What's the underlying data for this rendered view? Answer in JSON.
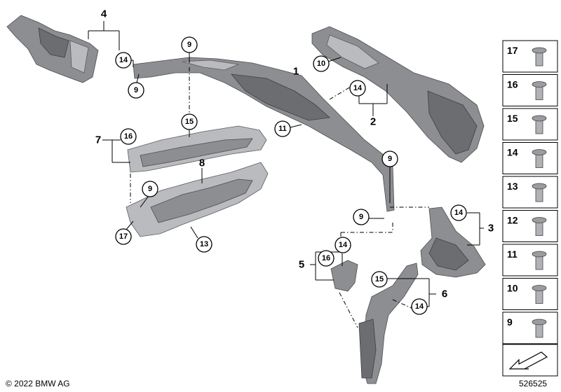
{
  "labels": {
    "l1": "1",
    "l2": "2",
    "l3": "3",
    "l4": "4",
    "l5": "5",
    "l6": "6",
    "l7": "7",
    "l8": "8"
  },
  "callouts": {
    "c9a": "9",
    "c9b": "9",
    "c9c": "9",
    "c9d": "9",
    "c9e": "9",
    "c10": "10",
    "c11": "11",
    "c13": "13",
    "c14a": "14",
    "c14b": "14",
    "c14c": "14",
    "c14d": "14",
    "c14e": "14",
    "c15a": "15",
    "c15b": "15",
    "c16a": "16",
    "c16b": "16",
    "c17": "17"
  },
  "legend": {
    "items": [
      "17",
      "16",
      "15",
      "14",
      "13",
      "12",
      "11",
      "10",
      "9"
    ]
  },
  "footer": {
    "copyright": "© 2022 BMW AG",
    "diagram_id": "526525"
  }
}
